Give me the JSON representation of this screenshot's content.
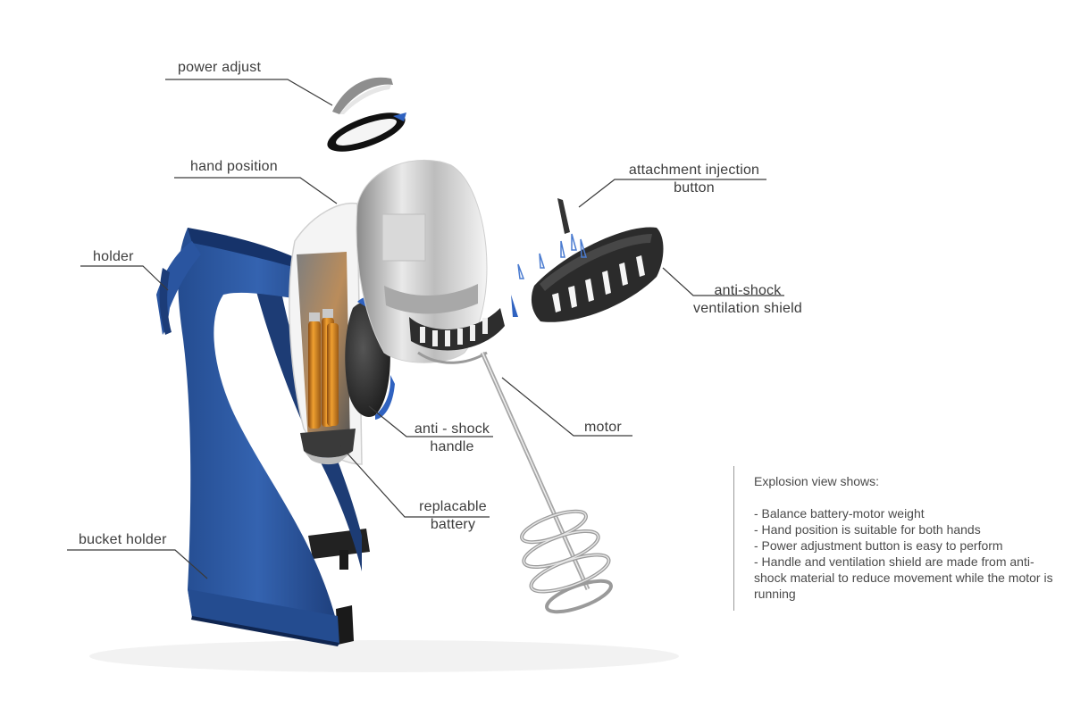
{
  "labels": {
    "power_adjust": "power adjust",
    "hand_position": "hand position",
    "holder": "holder",
    "attachment_injection_line1": "attachment injection",
    "attachment_injection_line2": "button",
    "anti_shock_shield_line1": "anti-shock",
    "anti_shock_shield_line2": "ventilation shield",
    "anti_shock_handle_line1": "anti - shock",
    "anti_shock_handle_line2": "handle",
    "motor": "motor",
    "replacable_battery_line1": "replacable",
    "replacable_battery_line2": "battery",
    "bucket_holder": "bucket holder"
  },
  "notes": {
    "title": "Explosion view shows:",
    "items": [
      "- Balance battery-motor weight",
      "- Hand position is suitable for both hands",
      "- Power adjustment button is easy to perform",
      "- Handle and ventilation shield are made from anti-shock material to reduce movement while the motor is running"
    ]
  },
  "colors": {
    "holder_blue": "#2f5aa3",
    "holder_dark": "#1f3f7a",
    "shield_dark": "#2b2b2b",
    "battery_orange": "#e08a1e",
    "metal_light": "#d8d8d8",
    "leader_line": "#3a3a3a"
  }
}
